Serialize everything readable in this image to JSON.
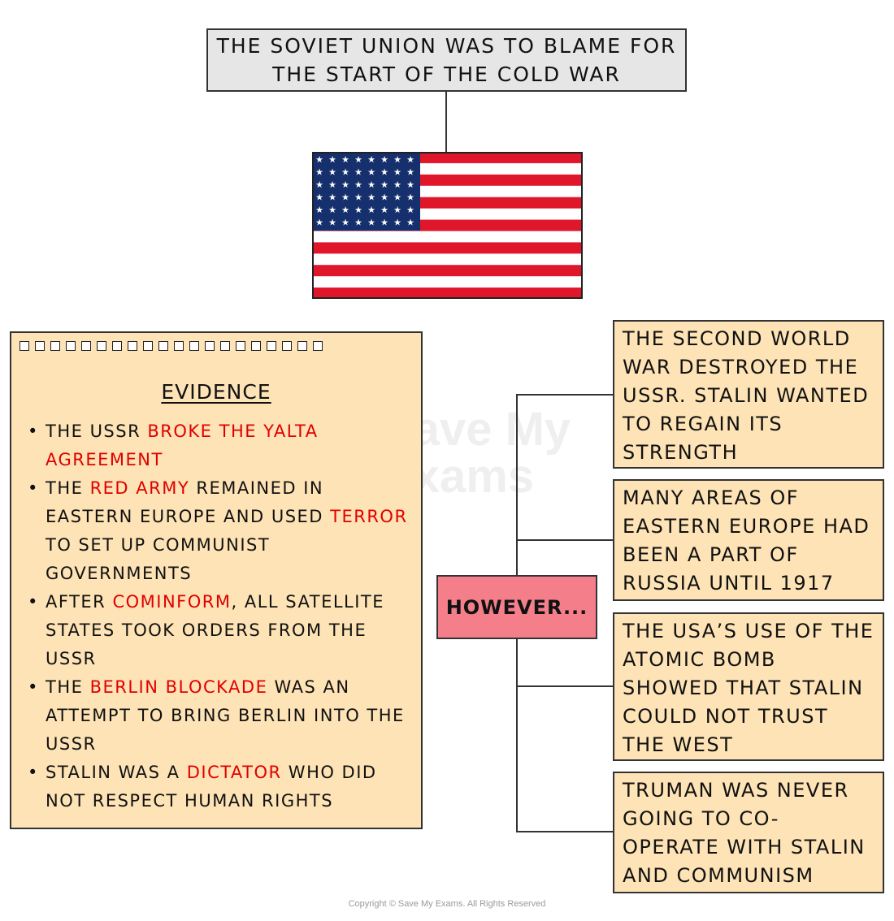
{
  "title": "THE SOVIET UNION WAS TO BLAME FOR THE START OF THE COLD WAR",
  "flag_icon": "us-flag-icon",
  "evidence": {
    "heading": "EVIDENCE",
    "items": [
      [
        {
          "t": "THE USSR "
        },
        {
          "t": "BROKE THE YALTA AGREEMENT",
          "red": true
        }
      ],
      [
        {
          "t": "THE "
        },
        {
          "t": "RED ARMY",
          "red": true
        },
        {
          "t": " REMAINED IN EASTERN EUROPE AND USED "
        },
        {
          "t": "TERROR",
          "red": true
        },
        {
          "t": " TO SET UP COMMUNIST GOVERNMENTS"
        }
      ],
      [
        {
          "t": "AFTER "
        },
        {
          "t": "COMINFORM",
          "red": true
        },
        {
          "t": ", ALL SATELLITE STATES TOOK ORDERS FROM THE USSR"
        }
      ],
      [
        {
          "t": "THE "
        },
        {
          "t": "BERLIN BLOCKADE",
          "red": true
        },
        {
          "t": " WAS AN ATTEMPT TO BRING BERLIN INTO THE USSR"
        }
      ],
      [
        {
          "t": "STALIN WAS A "
        },
        {
          "t": "DICTATOR",
          "red": true
        },
        {
          "t": " WHO DID NOT RESPECT HUMAN RIGHTS"
        }
      ]
    ]
  },
  "however": "HOWEVER...",
  "counterpoints": [
    "THE SECOND WORLD WAR DESTROYED THE USSR. STALIN WANTED TO REGAIN ITS STRENGTH",
    "MANY AREAS OF EASTERN EUROPE HAD BEEN A PART OF RUSSIA UNTIL 1917",
    "THE USA’S USE OF THE ATOMIC BOMB SHOWED THAT STALIN COULD NOT TRUST THE WEST",
    "TRUMAN WAS NEVER GOING TO CO-OPERATE WITH STALIN AND COMMUNISM"
  ],
  "watermark": "Save My Exams",
  "copyright": "Copyright © Save My Exams. All Rights Reserved",
  "colors": {
    "title_bg": "#e6e6e6",
    "box_bg": "#fde3b5",
    "however_bg": "#f47f8b",
    "highlight": "#e00000",
    "flag_red": "#e0162b",
    "flag_blue": "#16306e"
  }
}
